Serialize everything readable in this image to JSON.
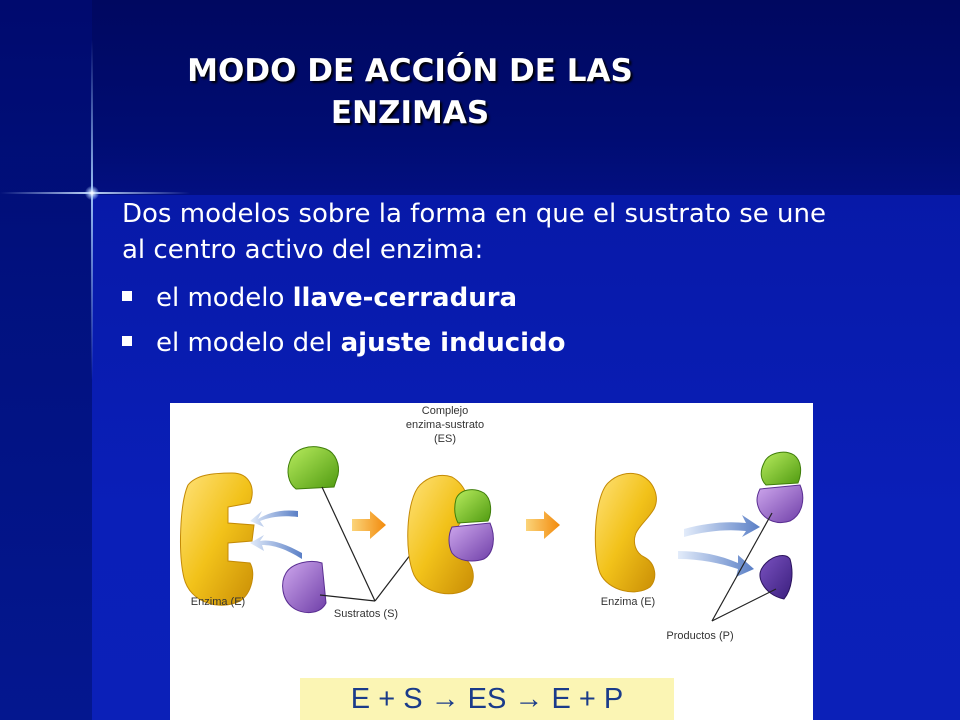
{
  "slide": {
    "title_line1": "MODO DE ACCIÓN DE LAS",
    "title_line2": "ENZIMAS",
    "intro_line1": "Dos modelos sobre la forma en que el sustrato se une",
    "intro_line2": "al centro activo del enzima:",
    "bullets": [
      {
        "prefix": "el modelo ",
        "bold": "llave-cerradura"
      },
      {
        "prefix": "el modelo del ",
        "bold": "ajuste inducido"
      }
    ]
  },
  "figure": {
    "complex_label_line1": "Complejo",
    "complex_label_line2": "enzima-sustrato",
    "complex_label_line3": "(ES)",
    "enzyme_label_left": "Enzima (E)",
    "enzyme_label_right": "Enzima (E)",
    "substrates_label": "Sustratos (S)",
    "products_label": "Productos (P)",
    "equation": "E + S → ES → E + P"
  },
  "colors": {
    "enzyme": "#f2c21a",
    "substrate_green": "#7cc21f",
    "substrate_purple": "#9b6ac8",
    "arrow_orange": "#f59a16",
    "arrow_blue": "#6b8fd0"
  }
}
